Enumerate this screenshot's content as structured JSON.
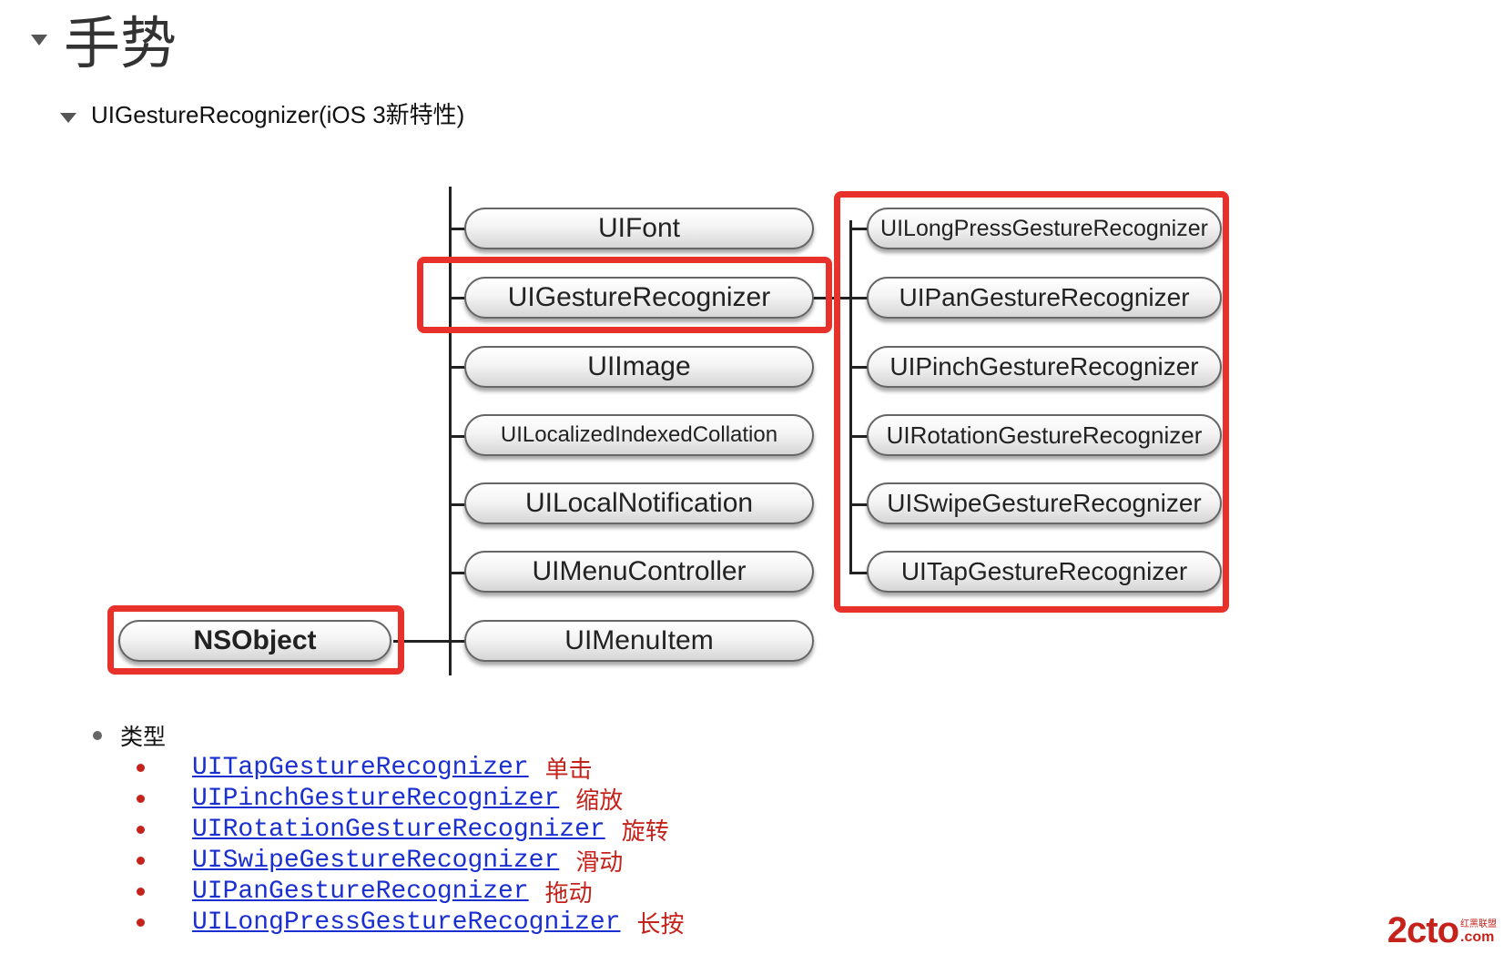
{
  "heading": {
    "title": "手势"
  },
  "section": {
    "title": "UIGestureRecognizer(iOS 3新特性)"
  },
  "diagram": {
    "root": "NSObject",
    "subclasses": [
      "UIFont",
      "UIGestureRecognizer",
      "UIImage",
      "UILocalizedIndexedCollation",
      "UILocalNotification",
      "UIMenuController",
      "UIMenuItem"
    ],
    "gesture_subclasses": [
      "UILongPressGestureRecognizer",
      "UIPanGestureRecognizer",
      "UIPinchGestureRecognizer",
      "UIRotationGestureRecognizer",
      "UISwipeGestureRecognizer",
      "UITapGestureRecognizer"
    ],
    "highlight_color": "#e8312b"
  },
  "types": {
    "title": "类型",
    "items": [
      {
        "name": "UITapGestureRecognizer",
        "desc": "单击"
      },
      {
        "name": "UIPinchGestureRecognizer",
        "desc": "缩放"
      },
      {
        "name": "UIRotationGestureRecognizer",
        "desc": "旋转"
      },
      {
        "name": "UISwipeGestureRecognizer",
        "desc": "滑动"
      },
      {
        "name": "UIPanGestureRecognizer",
        "desc": "拖动"
      },
      {
        "name": "UILongPressGestureRecognizer",
        "desc": "长按"
      }
    ]
  },
  "watermark": {
    "main": "2cto",
    "suffix": ".com",
    "tag": "红黑联盟"
  }
}
